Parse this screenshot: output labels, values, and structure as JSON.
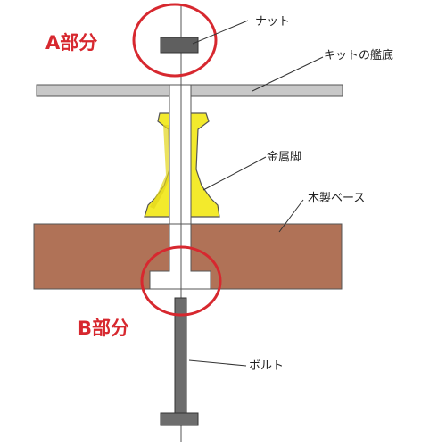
{
  "diagram": {
    "section_a": "A部分",
    "section_b": "B部分",
    "labels": {
      "nut": "ナット",
      "kit_bottom": "キットの艦底",
      "metal_foot": "金属脚",
      "wood_base": "木製ベース",
      "bolt": "ボルト"
    }
  },
  "colors": {
    "highlight_circle": "#d7282f",
    "section_text": "#d7282f",
    "kit_bottom": "#c8c8c8",
    "metal_foot": "#f3ea2c",
    "wood_base": "#b07257",
    "bolt": "#6d6d6d",
    "nut": "#5f5f5f",
    "outline": "#555555"
  }
}
